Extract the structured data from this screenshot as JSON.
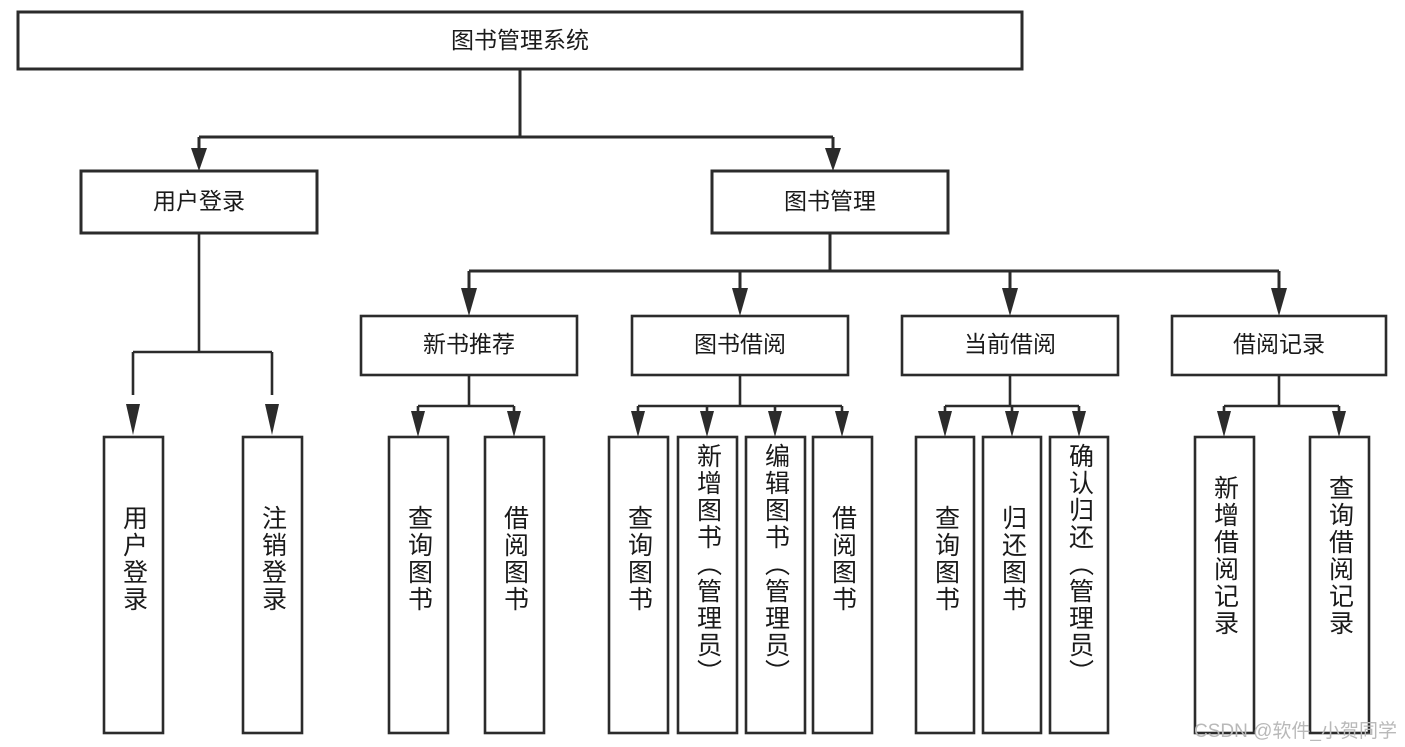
{
  "diagram": {
    "type": "tree",
    "title": "图书管理系统",
    "watermark": "CSDN @软件_小贺同学",
    "root": {
      "id": "root",
      "label": "图书管理系统"
    },
    "level2": [
      {
        "id": "user-login",
        "label": "用户登录"
      },
      {
        "id": "book-manage",
        "label": "图书管理"
      }
    ],
    "level3": [
      {
        "id": "new-book-recommend",
        "label": "新书推荐",
        "parent": "book-manage"
      },
      {
        "id": "book-borrow",
        "label": "图书借阅",
        "parent": "book-manage"
      },
      {
        "id": "current-borrow",
        "label": "当前借阅",
        "parent": "book-manage"
      },
      {
        "id": "borrow-record",
        "label": "借阅记录",
        "parent": "book-manage"
      }
    ],
    "leaves": [
      {
        "id": "leaf-user-login",
        "label": "用户登录",
        "parent": "user-login"
      },
      {
        "id": "leaf-user-logout",
        "label": "注销登录",
        "parent": "user-login"
      },
      {
        "id": "leaf-query-book-1",
        "label": "查询图书",
        "parent": "new-book-recommend"
      },
      {
        "id": "leaf-borrow-book-1",
        "label": "借阅图书",
        "parent": "new-book-recommend"
      },
      {
        "id": "leaf-query-book-2",
        "label": "查询图书",
        "parent": "book-borrow"
      },
      {
        "id": "leaf-add-book",
        "label": "新增图书（管理员）",
        "parent": "book-borrow"
      },
      {
        "id": "leaf-edit-book",
        "label": "编辑图书（管理员）",
        "parent": "book-borrow"
      },
      {
        "id": "leaf-borrow-book-2",
        "label": "借阅图书",
        "parent": "book-borrow"
      },
      {
        "id": "leaf-query-book-3",
        "label": "查询图书",
        "parent": "current-borrow"
      },
      {
        "id": "leaf-return-book",
        "label": "归还图书",
        "parent": "current-borrow"
      },
      {
        "id": "leaf-confirm-return",
        "label": "确认归还（管理员）",
        "parent": "current-borrow"
      },
      {
        "id": "leaf-add-record",
        "label": "新增借阅记录",
        "parent": "borrow-record"
      },
      {
        "id": "leaf-query-record",
        "label": "查询借阅记录",
        "parent": "borrow-record"
      }
    ],
    "colors": {
      "stroke": "#2b2b2b",
      "fill": "#ffffff",
      "text": "#1a1a1a",
      "watermark": "#b9b9b9"
    }
  }
}
